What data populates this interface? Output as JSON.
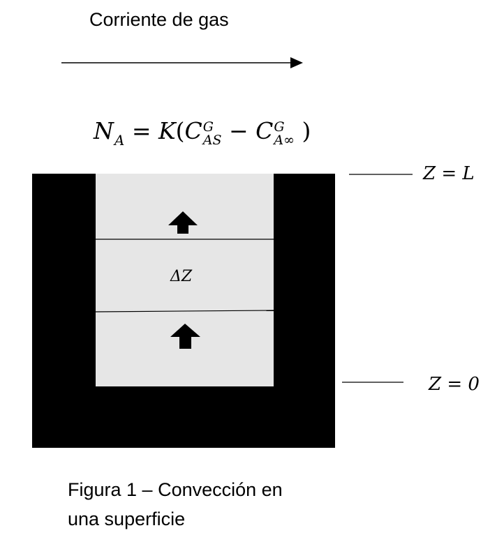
{
  "gas_stream_label": "Corriente de gas",
  "equation": {
    "lhs": "N",
    "lhs_sub": "A",
    "equals": "=",
    "coefficient": "K",
    "open_paren": "(",
    "term1": "C",
    "term1_sup": "G",
    "term1_sub": "AS",
    "minus": "−",
    "term2": "C",
    "term2_sup": "G",
    "term2_sub": "A∞",
    "close_paren": ")"
  },
  "levels": {
    "top": "Z = L",
    "bottom": "Z = 0"
  },
  "element_label": "ΔZ",
  "caption": {
    "line1": "Figura 1 – Convección en",
    "line2": "una superficie"
  },
  "colors": {
    "container": "#000000",
    "liquid": "#e6e6e6",
    "lines": "#000000"
  },
  "icons": {
    "flow_arrow": "arrow-right-icon",
    "flux_arrows": "arrow-up-icon"
  }
}
